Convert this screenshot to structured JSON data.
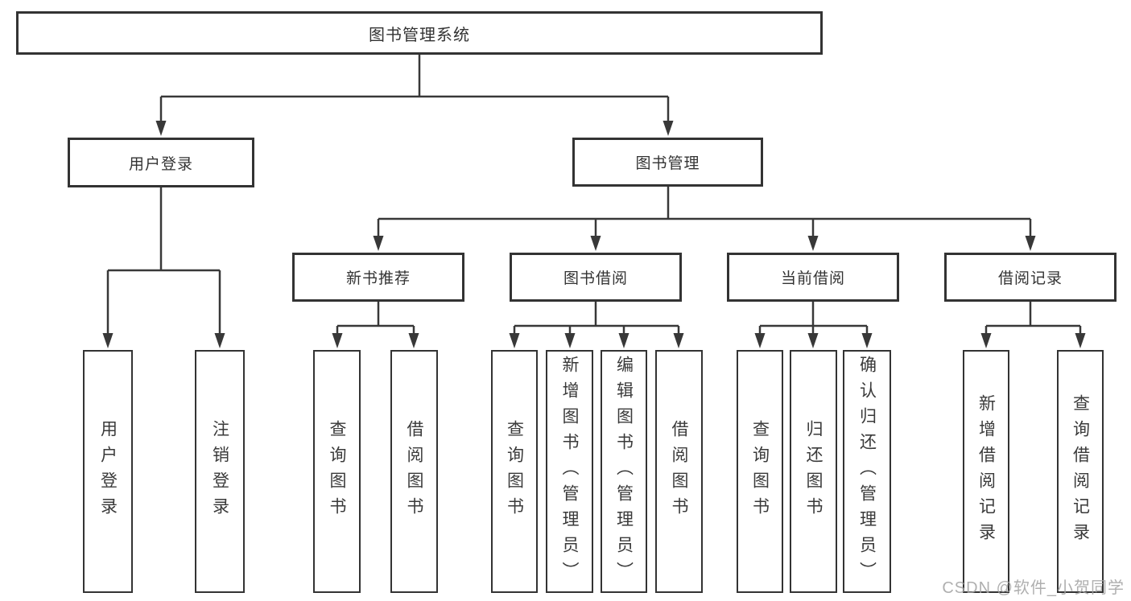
{
  "diagram_title": "图书管理系统",
  "nodes": {
    "root": "图书管理系统",
    "l2": [
      "用户登录",
      "图书管理"
    ],
    "l3": [
      "新书推荐",
      "图书借阅",
      "当前借阅",
      "借阅记录"
    ],
    "leaves": {
      "user_login_group": [
        "用户登录",
        "注销登录"
      ],
      "new_book_group": [
        "查询图书",
        "借阅图书"
      ],
      "borrow_group": [
        "查询图书",
        "新增图书（管理员）",
        "编辑图书（管理员）",
        "借阅图书"
      ],
      "current_group": [
        "查询图书",
        "归还图书",
        "确认归还（管理员）"
      ],
      "record_group": [
        "新增借阅记录",
        "查询借阅记录"
      ]
    }
  },
  "watermark": "CSDN @软件_小贺同学",
  "colors": {
    "line": "#383838",
    "box_border": "#333333",
    "text": "#333333",
    "watermark": "#a2a2a2",
    "background": "#ffffff"
  }
}
